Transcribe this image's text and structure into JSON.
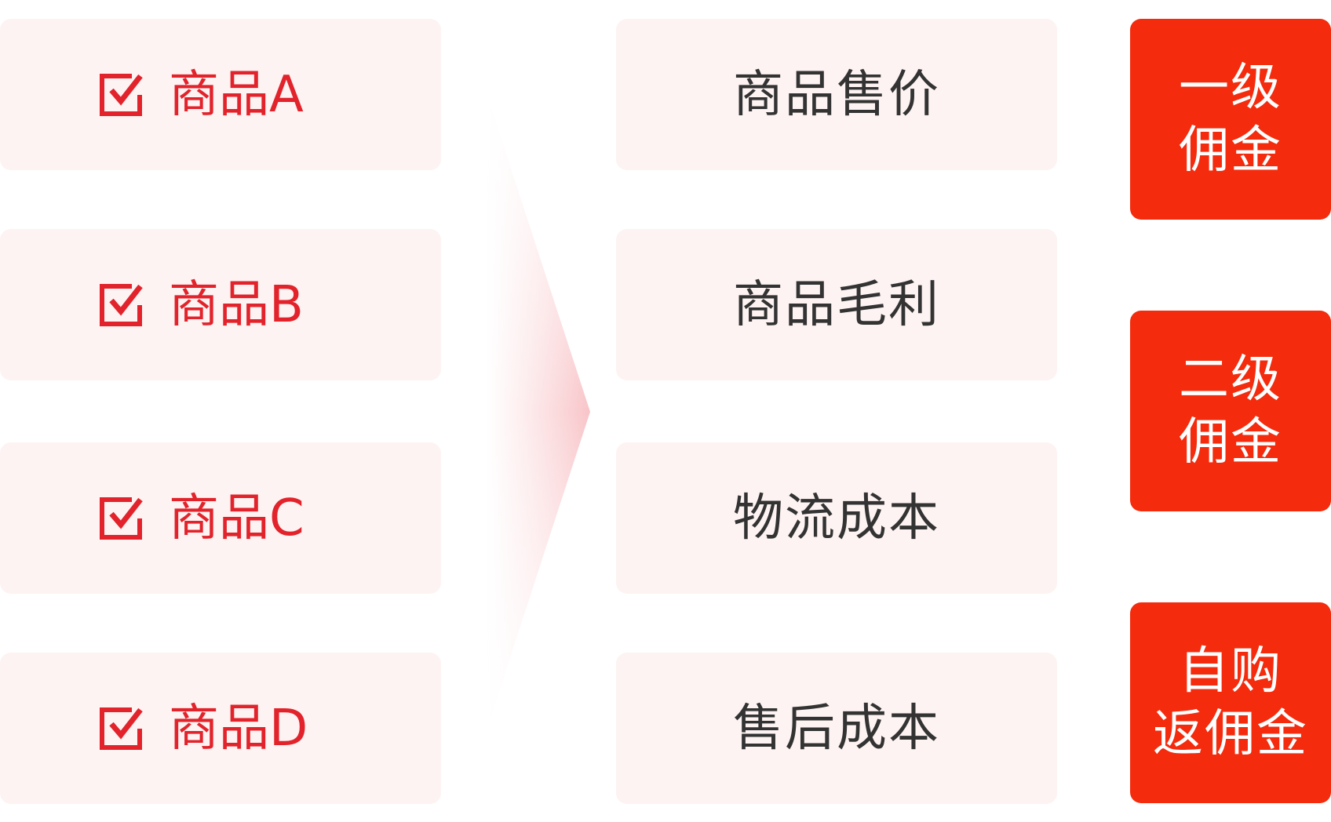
{
  "colors": {
    "card_bg": "#fdf3f2",
    "accent_red": "#e2232b",
    "badge_red": "#f42b0d",
    "text_dark": "#333333"
  },
  "products": [
    {
      "label": "商品A",
      "icon": "checkbox-checked-icon"
    },
    {
      "label": "商品B",
      "icon": "checkbox-checked-icon"
    },
    {
      "label": "商品C",
      "icon": "checkbox-checked-icon"
    },
    {
      "label": "商品D",
      "icon": "checkbox-checked-icon"
    }
  ],
  "factors": [
    {
      "label": "商品售价"
    },
    {
      "label": "商品毛利"
    },
    {
      "label": "物流成本"
    },
    {
      "label": "售后成本"
    }
  ],
  "commissions": [
    {
      "line1": "一级",
      "line2": "佣金"
    },
    {
      "line1": "二级",
      "line2": "佣金"
    },
    {
      "line1": "自购",
      "line2": "返佣金"
    }
  ]
}
